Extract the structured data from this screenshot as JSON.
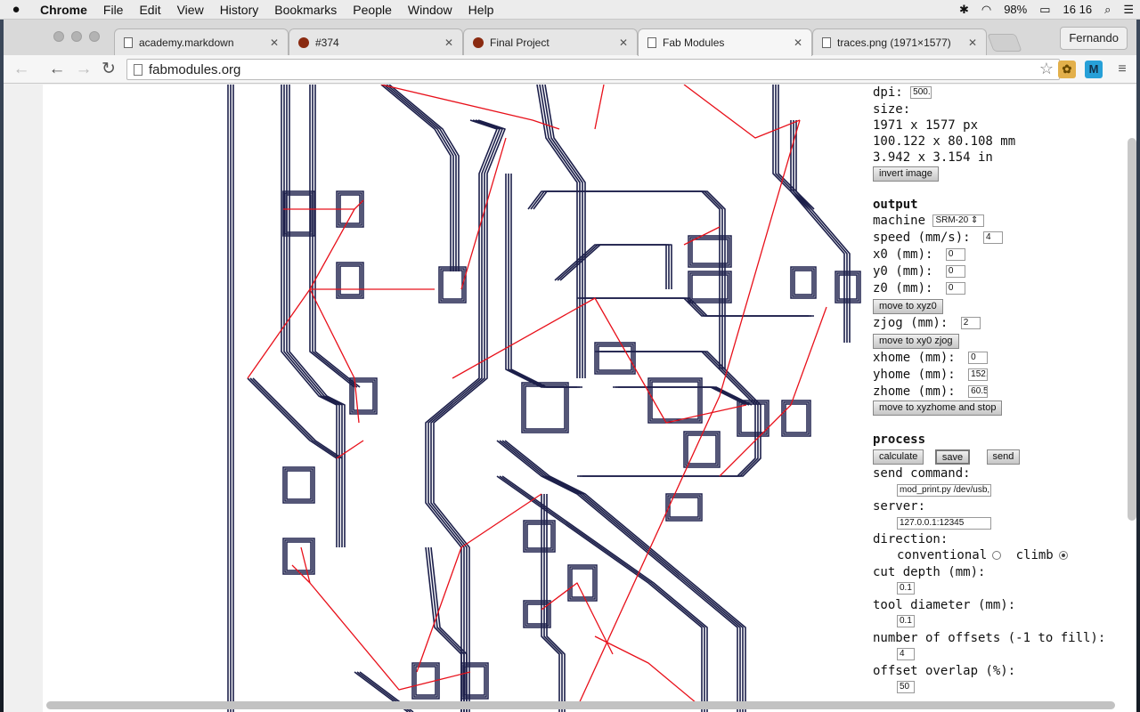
{
  "menubar": {
    "apple": "",
    "app": "Chrome",
    "items": [
      "File",
      "Edit",
      "View",
      "History",
      "Bookmarks",
      "People",
      "Window",
      "Help"
    ],
    "status": {
      "battery": "98%",
      "time": "16 16"
    }
  },
  "tabs": [
    {
      "title": "academy.markdown",
      "icon": "doc"
    },
    {
      "title": "#374",
      "icon": "red"
    },
    {
      "title": "Final Project",
      "icon": "red"
    },
    {
      "title": "Fab Modules",
      "icon": "doc"
    },
    {
      "title": "traces.png (1971×1577)",
      "icon": "doc"
    }
  ],
  "profile": "Fernando",
  "url": "fabmodules.org",
  "panel": {
    "dpi_label": "dpi:",
    "dpi": "500.",
    "size_label": "size:",
    "size_px": "1971 x 1577 px",
    "size_mm": "100.122 x 80.108 mm",
    "size_in": "3.942 x 3.154 in",
    "invert": "invert image",
    "output": "output",
    "machine_label": "machine",
    "machine": "SRM-20 ⇕",
    "speed_label": "speed (mm/s):",
    "speed": "4",
    "x0_label": "x0 (mm):",
    "x0": "0",
    "y0_label": "y0 (mm):",
    "y0": "0",
    "z0_label": "z0 (mm):",
    "z0": "0",
    "move_xyz0": "move to xyz0",
    "zjog_label": "zjog (mm):",
    "zjog": "2",
    "move_zjog": "move to xy0 zjog",
    "xhome_label": "xhome (mm):",
    "xhome": "0",
    "yhome_label": "yhome (mm):",
    "yhome": "152.",
    "zhome_label": "zhome (mm):",
    "zhome": "60.5",
    "move_home": "move to xyzhome and stop",
    "process": "process",
    "calculate": "calculate",
    "save": "save",
    "send": "send",
    "send_cmd_label": "send command:",
    "send_cmd": "mod_print.py /dev/usb,",
    "server_label": "server:",
    "server": "127.0.0.1:12345",
    "direction_label": "direction:",
    "conventional": "conventional",
    "climb": "climb",
    "cut_depth_label": "cut depth (mm):",
    "cut_depth": "0.1",
    "tool_label": "tool diameter (mm):",
    "tool": "0.1",
    "offsets_label": "number of offsets (-1 to fill):",
    "offsets": "4",
    "overlap_label": "offset overlap (%):",
    "overlap": "50"
  }
}
